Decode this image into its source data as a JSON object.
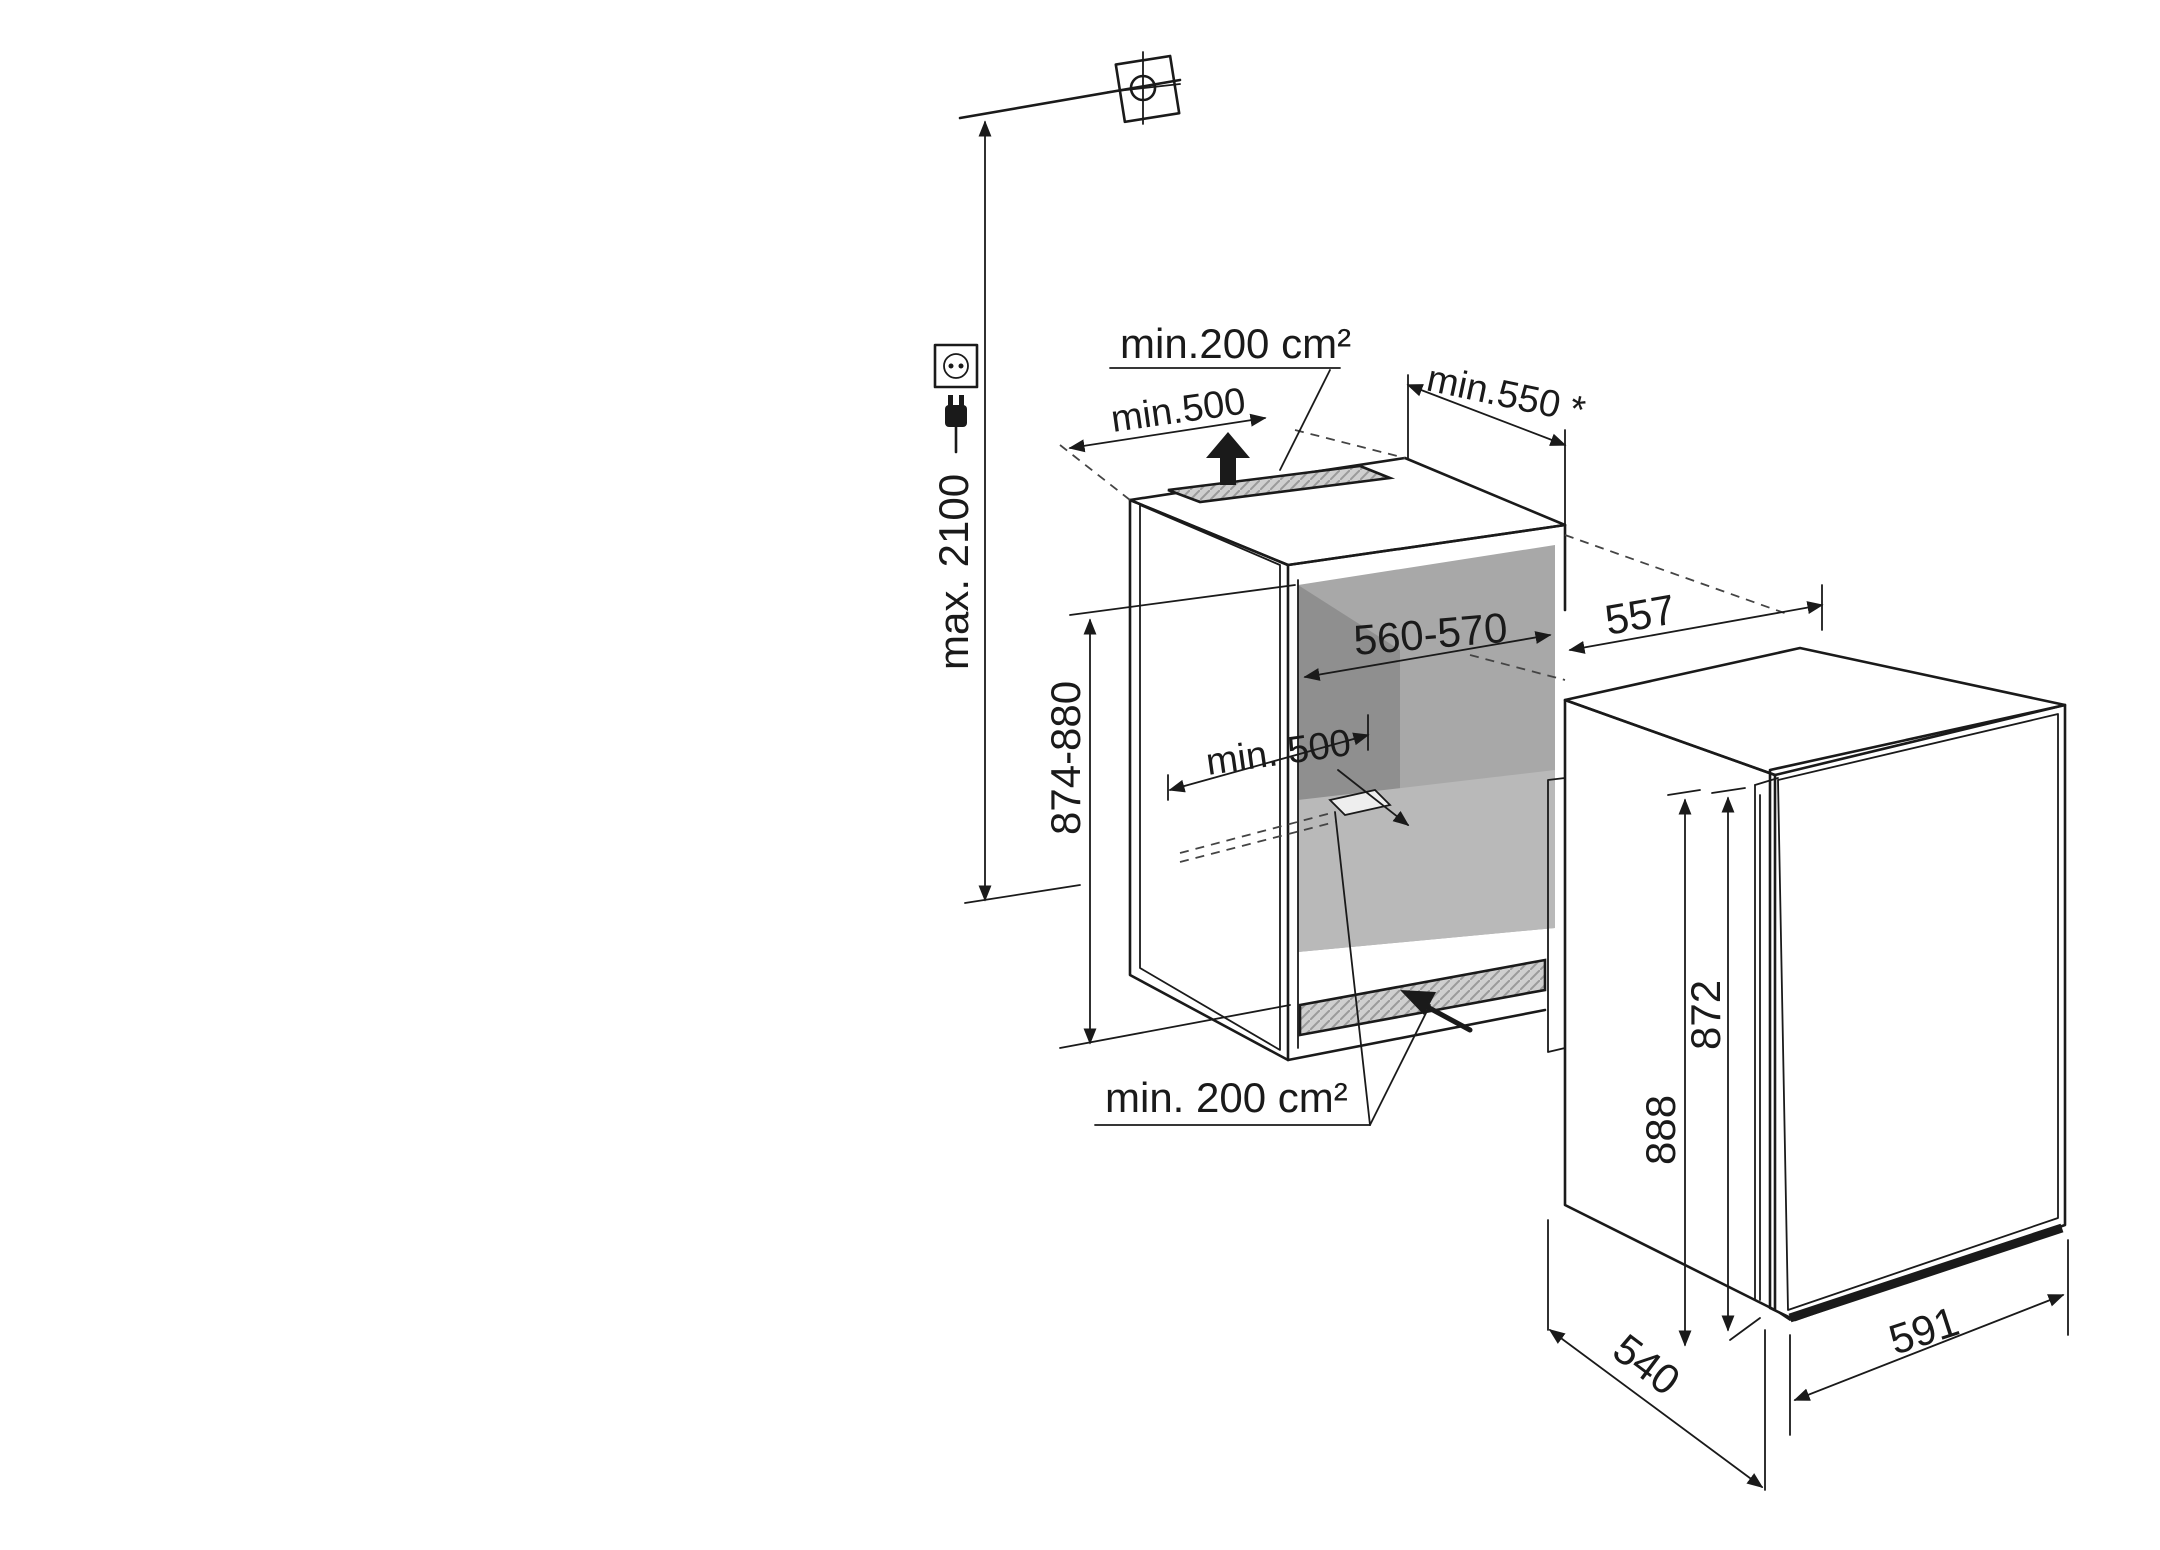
{
  "labels": {
    "max_height": "max. 2100",
    "vent_top_area": "min.200 cm²",
    "vent_top_depth": "min.500",
    "min_depth_asterisk": "min.550 *",
    "niche_width": "560-570",
    "niche_depth": "557",
    "niche_height": "874-880",
    "vent_bottom_depth": "min. 500",
    "vent_bottom_area": "min. 200 cm²",
    "appliance_height_total": "888",
    "appliance_height_door": "872",
    "appliance_depth": "540",
    "appliance_width": "591"
  },
  "icons": [
    "socket-icon",
    "plug-icon",
    "ceiling-mount-icon",
    "airflow-arrow-icon"
  ],
  "colors": {
    "line": "#1a1a1a",
    "niche_shade_dark": "#9c9c9c",
    "niche_shade_light": "#cfcfcf",
    "background": "#ffffff"
  }
}
